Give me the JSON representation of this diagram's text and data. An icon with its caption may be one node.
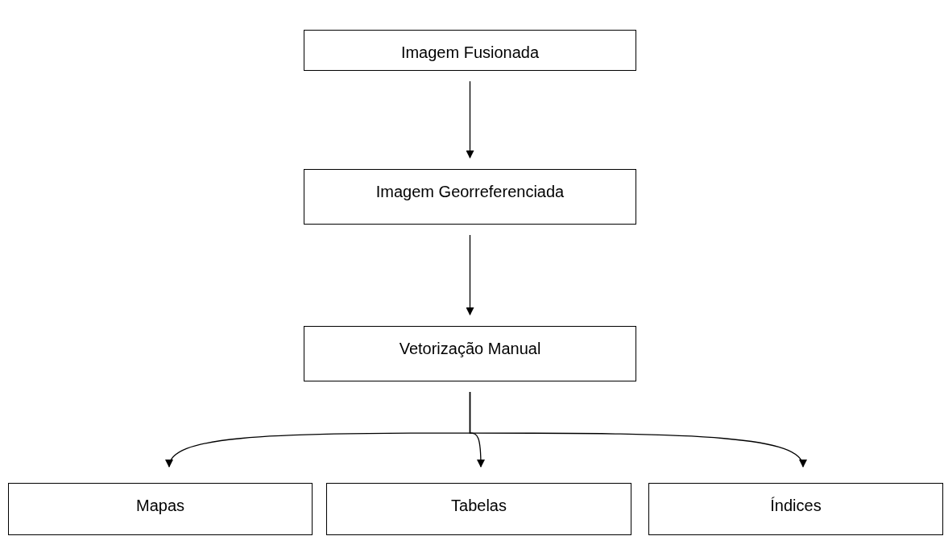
{
  "diagram": {
    "nodes": [
      {
        "text": [
          "Imagem Fusionada"
        ]
      },
      {
        "text": [
          "Imagem Georreferenciada"
        ]
      },
      {
        "text": [
          "Vetorização Manual"
        ]
      },
      {
        "text": [
          "Mapas"
        ]
      },
      {
        "text": [
          "Tabelas"
        ]
      },
      {
        "text": [
          "Índices"
        ]
      }
    ],
    "edges": [
      {
        "from": 0,
        "to": 1,
        "arrow": "to"
      },
      {
        "from": 1,
        "to": 2,
        "arrow": "to"
      },
      {
        "from": 2,
        "to": 3,
        "arrow": "to"
      },
      {
        "from": 2,
        "to": 4,
        "arrow": "to"
      },
      {
        "from": 2,
        "to": 5,
        "arrow": "to"
      }
    ]
  }
}
